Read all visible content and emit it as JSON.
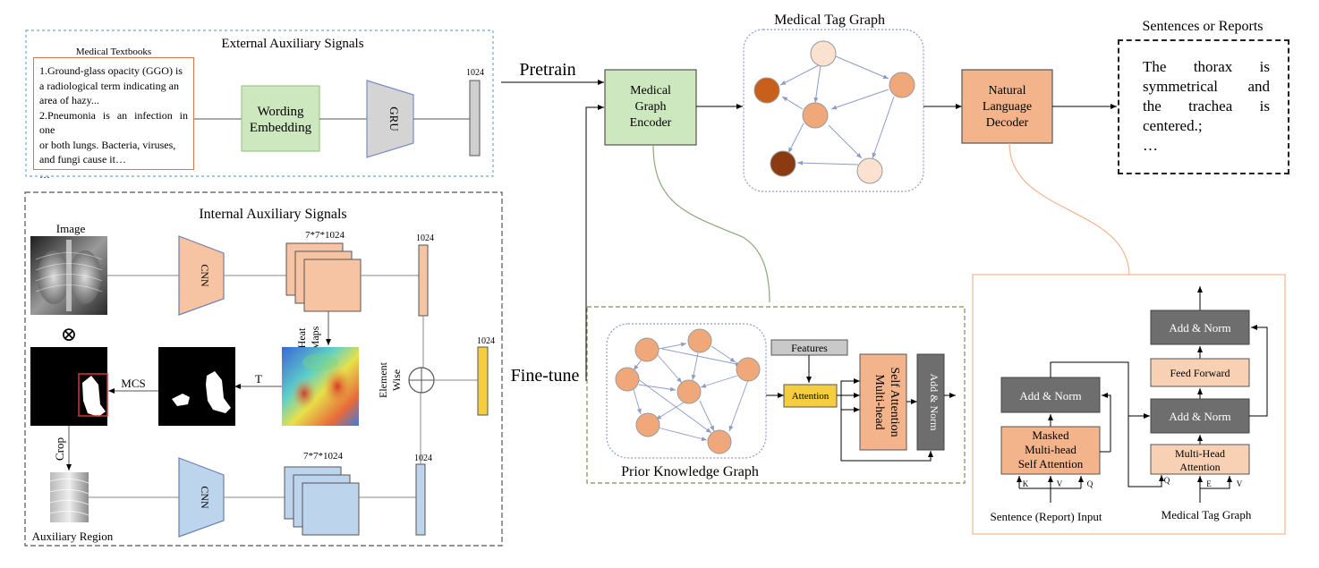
{
  "external": {
    "title": "External Auxiliary Signals",
    "textbook_label": "Medical Textbooks",
    "textbook_lines": [
      "1.Ground-glass opacity (GGO) is",
      "a radiological term indicating an",
      "area of hazy...",
      "2.Pneumonia is an infection in one",
      "or both lungs. Bacteria, viruses,",
      "and fungi cause it…",
      "…"
    ],
    "wording_embedding": [
      "Wording",
      "Embedding"
    ],
    "gru": "GRU",
    "dim": "1024"
  },
  "internal": {
    "title": "Internal Auxiliary Signals",
    "image_label": "Image",
    "cnn_top": "CNN",
    "cnn_bottom": "CNN",
    "feat_top": "7*7*1024",
    "feat_bottom": "7*7*1024",
    "dim_top": "1024",
    "dim_bottom": "1024",
    "dim_fused": "1024",
    "heat_maps": [
      "Heat",
      "Maps"
    ],
    "t_label": "T",
    "mcs_label": "MCS",
    "crop_label": "Crop",
    "aux_region_label": "Auxiliary Region",
    "element_wise": [
      "Element",
      "Wise"
    ],
    "otimes": "⊗"
  },
  "flow": {
    "pretrain": "Pretrain",
    "finetune": "Fine-tune"
  },
  "encoder": [
    "Medical",
    "Graph",
    "Encoder"
  ],
  "tag_graph_title": "Medical Tag Graph",
  "decoder": [
    "Natural",
    "Language",
    "Decoder"
  ],
  "report": {
    "title": "Sentences or Reports",
    "lines": [
      "The thorax is",
      "symmetrical and",
      "the trachea is",
      "centered.;",
      "…"
    ]
  },
  "prior": {
    "title": "Prior Knowledge Graph",
    "features": "Features",
    "attention": "Attention",
    "mhsa": [
      "Multi-head",
      "Self Attention"
    ],
    "add_norm": "Add & Norm"
  },
  "transformer": {
    "add_norm_1": "Add & Norm",
    "masked": [
      "Masked",
      "Multi-head",
      "Self Attention"
    ],
    "add_norm_top": "Add & Norm",
    "feed_forward": "Feed Forward",
    "add_norm_mid": "Add & Norm",
    "mh_attention": [
      "Multi-Head",
      "Attention"
    ],
    "kvq_left": [
      "K",
      "V",
      "Q"
    ],
    "qev_right": [
      "Q",
      "E",
      "V"
    ],
    "sentence_input": "Sentence (Report) Input",
    "tag_graph_input": "Medical Tag Graph"
  },
  "colors": {
    "green": "#cde7bf",
    "orange": "#f3b48b",
    "light_orange": "#f8d1b4",
    "gray": "#c9c9c9",
    "dark_gray": "#6e6e6e",
    "yellow": "#f5cd3f",
    "blue": "#bcd4ec",
    "node_orange": "#f0a87a",
    "node_light": "#fbe2d0",
    "node_dark": "#c8601a",
    "node_brown": "#8b3a12"
  }
}
